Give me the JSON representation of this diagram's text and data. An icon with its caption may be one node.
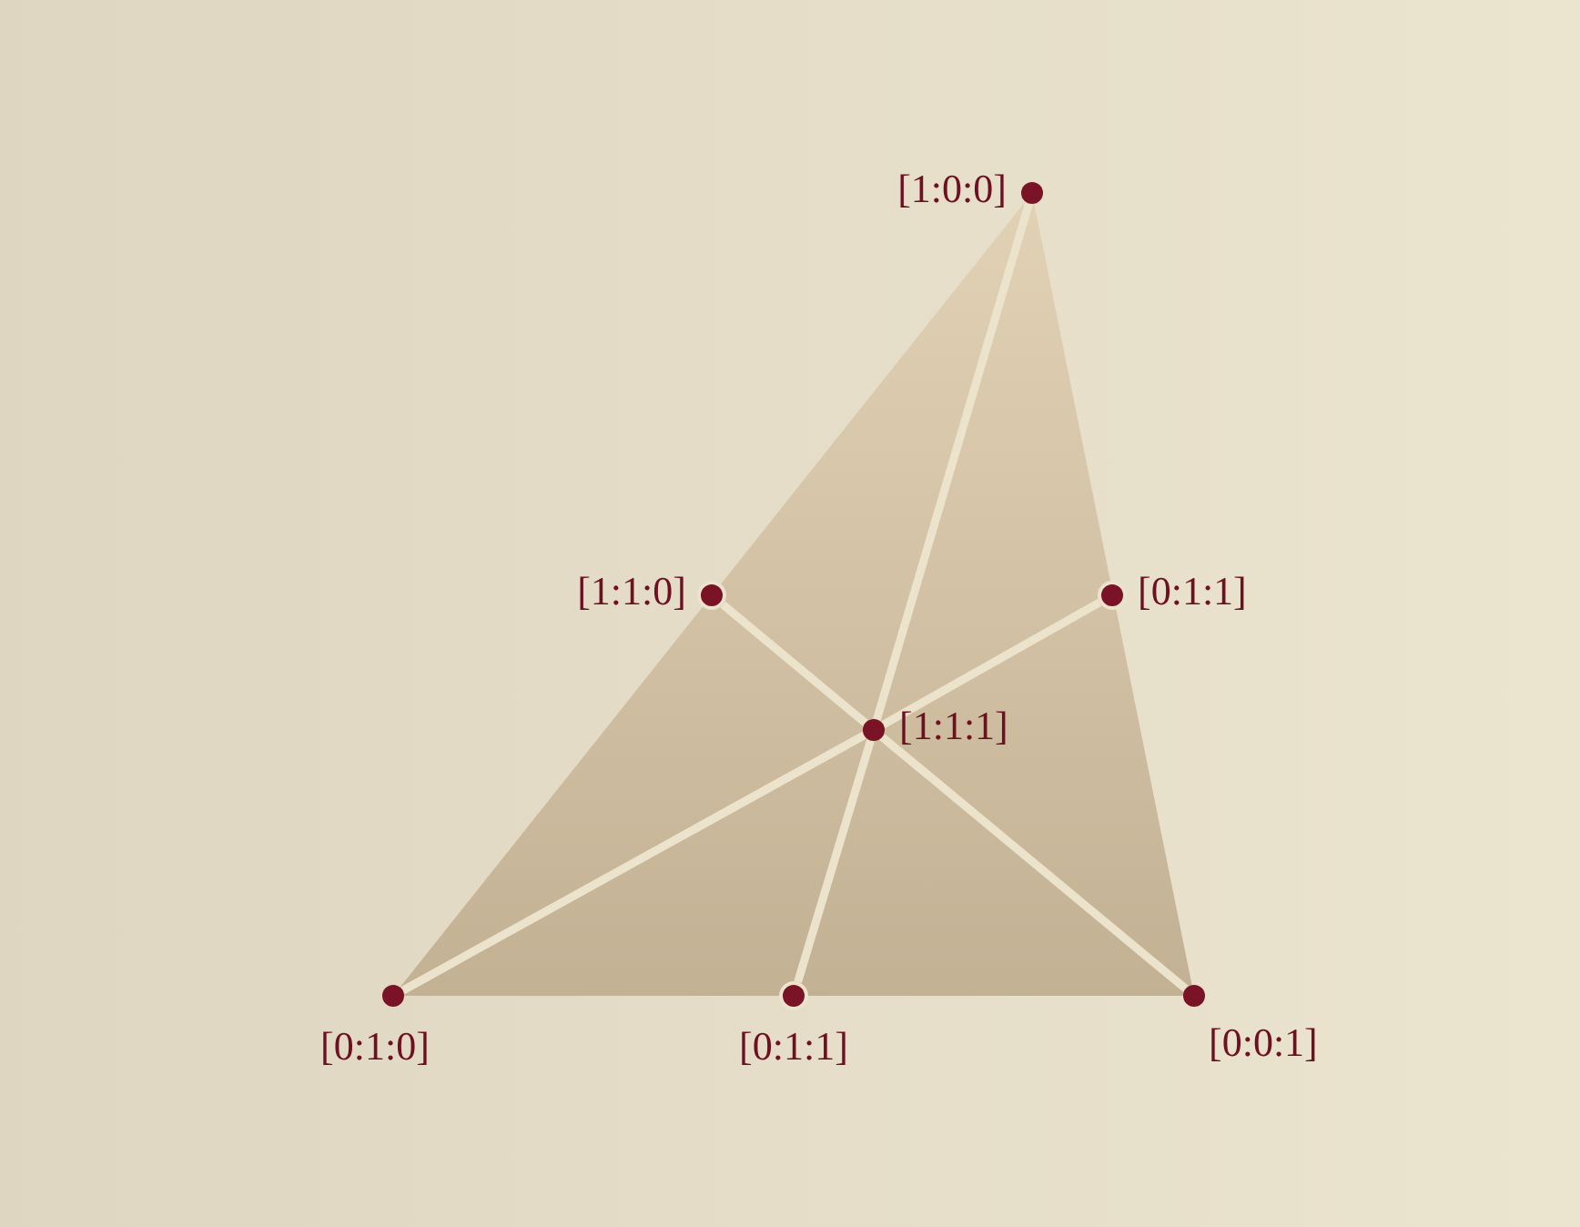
{
  "diagram": {
    "nodes": [
      {
        "text": [],
        "shape": "circle",
        "beside": [
          "[1:0:0]"
        ]
      },
      {
        "text": [],
        "shape": "circle",
        "beside": [
          "[1:1:0]"
        ]
      },
      {
        "text": [],
        "shape": "circle",
        "beside": [
          "[0:1:1]"
        ]
      },
      {
        "text": [],
        "shape": "circle",
        "beside": [
          "[1:1:1]"
        ]
      },
      {
        "text": [],
        "shape": "circle",
        "beside": [
          "[0:1:0]"
        ]
      },
      {
        "text": [],
        "shape": "circle",
        "beside": [
          "[0:1:1]"
        ]
      },
      {
        "text": [],
        "shape": "circle",
        "beside": [
          "[0:0:1]"
        ]
      }
    ],
    "edges": [
      {
        "from": 0,
        "to": 3,
        "arrow": "none"
      },
      {
        "from": 3,
        "to": 5,
        "arrow": "none"
      },
      {
        "from": 4,
        "to": 3,
        "arrow": "none"
      },
      {
        "from": 3,
        "to": 2,
        "arrow": "none"
      },
      {
        "from": 6,
        "to": 3,
        "arrow": "none"
      },
      {
        "from": 3,
        "to": 1,
        "arrow": "none"
      }
    ]
  }
}
